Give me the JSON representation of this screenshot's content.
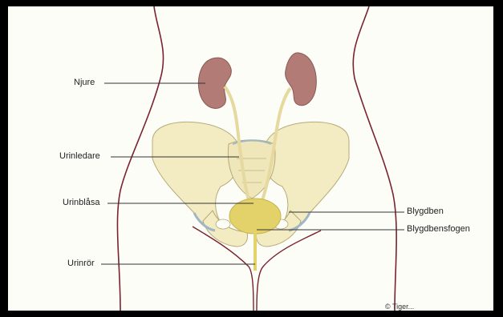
{
  "labels": {
    "kidney": "Njure",
    "ureter": "Urinledare",
    "bladder": "Urinblåsa",
    "urethra": "Urinrör",
    "pubic_bone": "Blygdben",
    "pubic_symphysis": "Blygdbensfogen"
  },
  "copyright": "© Tiger..."
}
